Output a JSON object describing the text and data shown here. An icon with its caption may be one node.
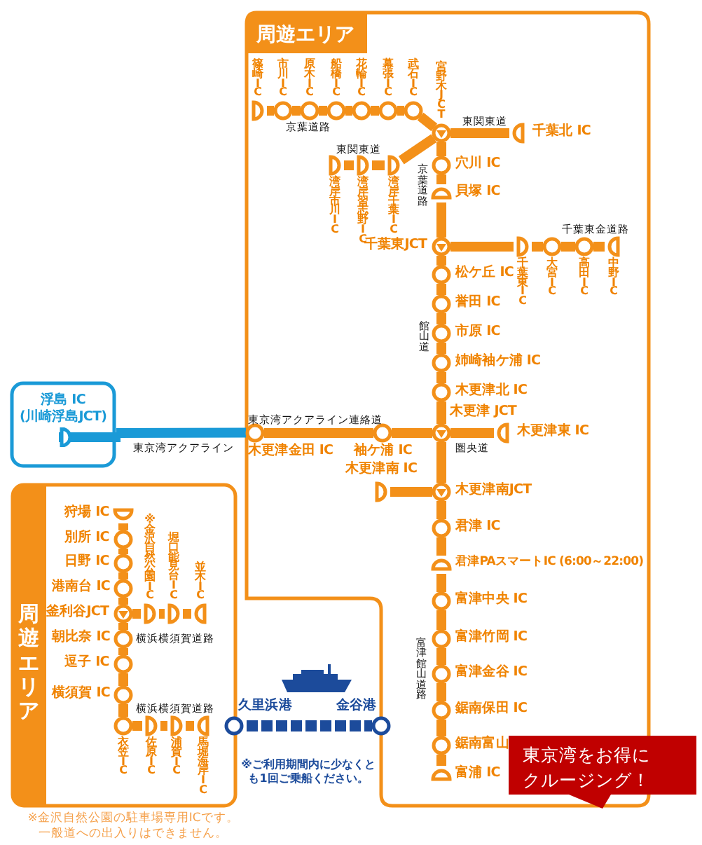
{
  "diagram": {
    "nodes": [
      {
        "text": [
          "周遊エリア"
        ]
      },
      {
        "text": [],
        "shape": "semicircle",
        "beside": [
          "篠崎IC"
        ],
        "in": 0
      },
      {
        "text": [],
        "shape": "circle",
        "beside": [
          "市川IC"
        ],
        "in": 0
      },
      {
        "text": [],
        "shape": "circle",
        "beside": [
          "原木IC"
        ],
        "in": 0
      },
      {
        "text": [],
        "shape": "circle",
        "beside": [
          "船橋IC"
        ],
        "in": 0
      },
      {
        "text": [],
        "shape": "circle",
        "beside": [
          "花輪IC"
        ],
        "in": 0
      },
      {
        "text": [],
        "shape": "circle",
        "beside": [
          "幕張IC"
        ],
        "in": 0
      },
      {
        "text": [],
        "shape": "circle",
        "beside": [
          "武石IC"
        ],
        "in": 0
      },
      {
        "text": [],
        "shape": "triangle",
        "beside": [
          "宮野木JCT"
        ],
        "in": 0
      },
      {
        "text": [],
        "shape": "semicircle",
        "beside": [
          "千葉北 IC"
        ],
        "in": 0
      },
      {
        "text": [],
        "shape": "semicircle",
        "beside": [
          "湾岸市川IC"
        ],
        "in": 0
      },
      {
        "text": [],
        "shape": "semicircle",
        "beside": [
          "湾岸習志野IC"
        ],
        "in": 0
      },
      {
        "text": [],
        "shape": "semicircle",
        "beside": [
          "湾岸千葉IC"
        ],
        "in": 0
      },
      {
        "text": [],
        "shape": "circle",
        "beside": [
          "穴川 IC"
        ],
        "in": 0
      },
      {
        "text": [],
        "shape": "semicircle",
        "beside": [
          "貝塚 IC"
        ],
        "in": 0
      },
      {
        "text": [],
        "shape": "triangle",
        "beside": [
          "千葉東JCT"
        ],
        "in": 0
      },
      {
        "text": [],
        "shape": "semicircle",
        "beside": [
          "千葉東IC"
        ],
        "in": 0
      },
      {
        "text": [],
        "shape": "circle",
        "beside": [
          "大宮IC"
        ],
        "in": 0
      },
      {
        "text": [],
        "shape": "circle",
        "beside": [
          "高田IC"
        ],
        "in": 0
      },
      {
        "text": [],
        "shape": "semicircle",
        "beside": [
          "中野IC"
        ],
        "in": 0
      },
      {
        "text": [],
        "shape": "circle",
        "beside": [
          "松ケ丘 IC"
        ],
        "in": 0
      },
      {
        "text": [],
        "shape": "circle",
        "beside": [
          "誉田 IC"
        ],
        "in": 0
      },
      {
        "text": [],
        "shape": "circle",
        "beside": [
          "市原 IC"
        ],
        "in": 0
      },
      {
        "text": [],
        "shape": "circle",
        "beside": [
          "姉崎袖ケ浦 IC"
        ],
        "in": 0
      },
      {
        "text": [],
        "shape": "circle",
        "beside": [
          "木更津北 IC"
        ],
        "in": 0
      },
      {
        "text": [],
        "shape": "triangle",
        "beside": [
          "木更津 JCT"
        ],
        "in": 0
      },
      {
        "text": [],
        "shape": "circle",
        "beside": [
          "木更津金田 IC"
        ],
        "in": 0
      },
      {
        "text": [],
        "shape": "circle",
        "beside": [
          "袖ケ浦 IC"
        ],
        "in": 0
      },
      {
        "text": [],
        "shape": "semicircle",
        "beside": [
          "木更津東 IC"
        ],
        "in": 0
      },
      {
        "text": [],
        "shape": "semicircle",
        "beside": [
          "木更津南 IC"
        ],
        "in": 0
      },
      {
        "text": [],
        "shape": "triangle",
        "beside": [
          "木更津南JCT"
        ],
        "in": 0
      },
      {
        "text": [],
        "shape": "circle",
        "beside": [
          "君津 IC"
        ],
        "in": 0
      },
      {
        "text": [],
        "shape": "semicircle",
        "beside": [
          "君津PAスマートIC (6:00～22:00)"
        ],
        "in": 0
      },
      {
        "text": [],
        "shape": "circle",
        "beside": [
          "富津中央 IC"
        ],
        "in": 0
      },
      {
        "text": [],
        "shape": "circle",
        "beside": [
          "富津竹岡 IC"
        ],
        "in": 0
      },
      {
        "text": [],
        "shape": "circle",
        "beside": [
          "富津金谷 IC"
        ],
        "in": 0
      },
      {
        "text": [],
        "shape": "circle",
        "beside": [
          "鋸南保田 IC"
        ],
        "in": 0
      },
      {
        "text": [],
        "shape": "circle",
        "beside": [
          "鋸南富山"
        ],
        "in": 0
      },
      {
        "text": [],
        "shape": "semicircle",
        "beside": [
          "富浦 IC"
        ],
        "in": 0
      },
      {
        "text": [
          "浮島 IC (川崎浮島JCT)"
        ]
      },
      {
        "text": [
          "周遊エリア"
        ]
      },
      {
        "text": [],
        "shape": "semicircle",
        "beside": [
          "狩場 IC"
        ],
        "in": 40
      },
      {
        "text": [],
        "shape": "circle",
        "beside": [
          "別所 IC"
        ],
        "in": 40
      },
      {
        "text": [],
        "shape": "circle",
        "beside": [
          "日野 IC"
        ],
        "in": 40
      },
      {
        "text": [],
        "shape": "circle",
        "beside": [
          "港南台 IC"
        ],
        "in": 40
      },
      {
        "text": [],
        "shape": "triangle",
        "beside": [
          "釜利谷JCT"
        ],
        "in": 40
      },
      {
        "text": [],
        "shape": "semicircle",
        "beside": [
          "※金沢自然公園IC"
        ],
        "in": 40
      },
      {
        "text": [],
        "shape": "semicircle",
        "beside": [
          "堀口能見台IC"
        ],
        "in": 40
      },
      {
        "text": [],
        "shape": "semicircle",
        "beside": [
          "並木IC"
        ],
        "in": 40
      },
      {
        "text": [],
        "shape": "circle",
        "beside": [
          "朝比奈 IC"
        ],
        "in": 40
      },
      {
        "text": [],
        "shape": "circle",
        "beside": [
          "逗子 IC"
        ],
        "in": 40
      },
      {
        "text": [],
        "shape": "circle",
        "beside": [
          "横須賀 IC"
        ],
        "in": 40
      },
      {
        "text": [],
        "shape": "circle",
        "beside": [
          "衣笠IC"
        ],
        "in": 40
      },
      {
        "text": [],
        "shape": "semicircle",
        "beside": [
          "佐原IC"
        ],
        "in": 40
      },
      {
        "text": [],
        "shape": "semicircle",
        "beside": [
          "浦賀IC"
        ],
        "in": 40
      },
      {
        "text": [],
        "shape": "semicircle",
        "beside": [
          "馬堀海岸IC"
        ],
        "in": 40
      },
      {
        "text": [],
        "shape": "circle",
        "beside": [
          "久里浜港"
        ]
      },
      {
        "text": [],
        "shape": "circle",
        "beside": [
          "金谷港"
        ]
      },
      {
        "text": [
          "東京湾をお得にクルージング！"
        ]
      }
    ],
    "edges": [
      {
        "from": 1,
        "to": 2,
        "arrow": "none"
      },
      {
        "from": 2,
        "to": 3,
        "arrow": "none"
      },
      {
        "from": 3,
        "to": 4,
        "arrow": "none"
      },
      {
        "from": 4,
        "to": 5,
        "arrow": "none"
      },
      {
        "from": 5,
        "to": 6,
        "arrow": "none"
      },
      {
        "from": 6,
        "to": 7,
        "arrow": "none"
      },
      {
        "from": 7,
        "to": 8,
        "arrow": "none"
      },
      {
        "from": 8,
        "to": 9,
        "arrow": "none"
      },
      {
        "from": 8,
        "to": 12,
        "arrow": "none"
      },
      {
        "from": 12,
        "to": 11,
        "arrow": "none"
      },
      {
        "from": 11,
        "to": 10,
        "arrow": "none"
      },
      {
        "from": 8,
        "to": 13,
        "arrow": "none"
      },
      {
        "from": 13,
        "to": 14,
        "arrow": "none"
      },
      {
        "from": 14,
        "to": 15,
        "arrow": "none"
      },
      {
        "from": 15,
        "to": 16,
        "arrow": "none"
      },
      {
        "from": 16,
        "to": 17,
        "arrow": "none"
      },
      {
        "from": 17,
        "to": 18,
        "arrow": "none"
      },
      {
        "from": 18,
        "to": 19,
        "arrow": "none"
      },
      {
        "from": 15,
        "to": 20,
        "arrow": "none"
      },
      {
        "from": 20,
        "to": 21,
        "arrow": "none"
      },
      {
        "from": 21,
        "to": 22,
        "arrow": "none"
      },
      {
        "from": 22,
        "to": 23,
        "arrow": "none"
      },
      {
        "from": 23,
        "to": 24,
        "arrow": "none"
      },
      {
        "from": 24,
        "to": 25,
        "arrow": "none"
      },
      {
        "from": 25,
        "to": 27,
        "arrow": "none"
      },
      {
        "from": 27,
        "to": 26,
        "arrow": "none"
      },
      {
        "from": 25,
        "to": 28,
        "arrow": "none"
      },
      {
        "from": 26,
        "to": 39,
        "arrow": "none",
        "color": "#1a9ad7"
      },
      {
        "from": 25,
        "to": 30,
        "arrow": "none"
      },
      {
        "from": 30,
        "to": 29,
        "arrow": "none"
      },
      {
        "from": 30,
        "to": 31,
        "arrow": "none"
      },
      {
        "from": 31,
        "to": 32,
        "arrow": "none"
      },
      {
        "from": 32,
        "to": 33,
        "arrow": "none"
      },
      {
        "from": 33,
        "to": 34,
        "arrow": "none"
      },
      {
        "from": 34,
        "to": 35,
        "arrow": "none"
      },
      {
        "from": 35,
        "to": 36,
        "arrow": "none"
      },
      {
        "from": 36,
        "to": 37,
        "arrow": "none"
      },
      {
        "from": 37,
        "to": 38,
        "arrow": "none"
      },
      {
        "from": 41,
        "to": 42,
        "arrow": "none"
      },
      {
        "from": 42,
        "to": 43,
        "arrow": "none"
      },
      {
        "from": 43,
        "to": 44,
        "arrow": "none"
      },
      {
        "from": 44,
        "to": 45,
        "arrow": "none"
      },
      {
        "from": 45,
        "to": 46,
        "arrow": "none"
      },
      {
        "from": 46,
        "to": 47,
        "arrow": "none"
      },
      {
        "from": 47,
        "to": 48,
        "arrow": "none"
      },
      {
        "from": 45,
        "to": 49,
        "arrow": "none"
      },
      {
        "from": 49,
        "to": 50,
        "arrow": "none"
      },
      {
        "from": 50,
        "to": 51,
        "arrow": "none"
      },
      {
        "from": 51,
        "to": 52,
        "arrow": "none"
      },
      {
        "from": 52,
        "to": 53,
        "arrow": "none"
      },
      {
        "from": 53,
        "to": 54,
        "arrow": "none"
      },
      {
        "from": 54,
        "to": 55,
        "arrow": "none"
      },
      {
        "from": 56,
        "to": 57,
        "arrow": "none",
        "style": "dashed",
        "color": "#1c4b9b"
      }
    ],
    "labels": [
      "京葉道路",
      "東関東道",
      "東関東道",
      "京葉道路",
      "千葉東金道路",
      "館山道",
      "東京湾アクアライン連絡道",
      "圏央道",
      "東京湾アクアライン",
      "富津館山道路",
      "横浜横須賀道路",
      "横浜横須賀道路",
      "※ご利用期間内に少なくとも1回ご乗船ください。",
      "※金沢自然公園の駐車場専用ICです。一般道への出入りはできません。"
    ]
  }
}
